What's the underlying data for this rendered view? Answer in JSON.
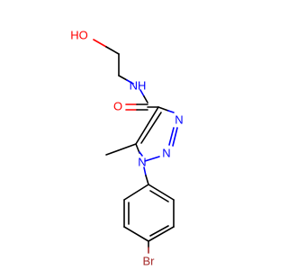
{
  "colors": {
    "carbon": "#000000",
    "oxygen": "#ff0000",
    "nitrogen": "#0000ff",
    "bromine": "#a52a2a"
  },
  "atoms": {
    "ho": "HO",
    "nh": "NH",
    "carbonyl_o": "O",
    "triazole_n3": "N",
    "triazole_n2": "N",
    "triazole_n1": "N",
    "br": "Br"
  }
}
